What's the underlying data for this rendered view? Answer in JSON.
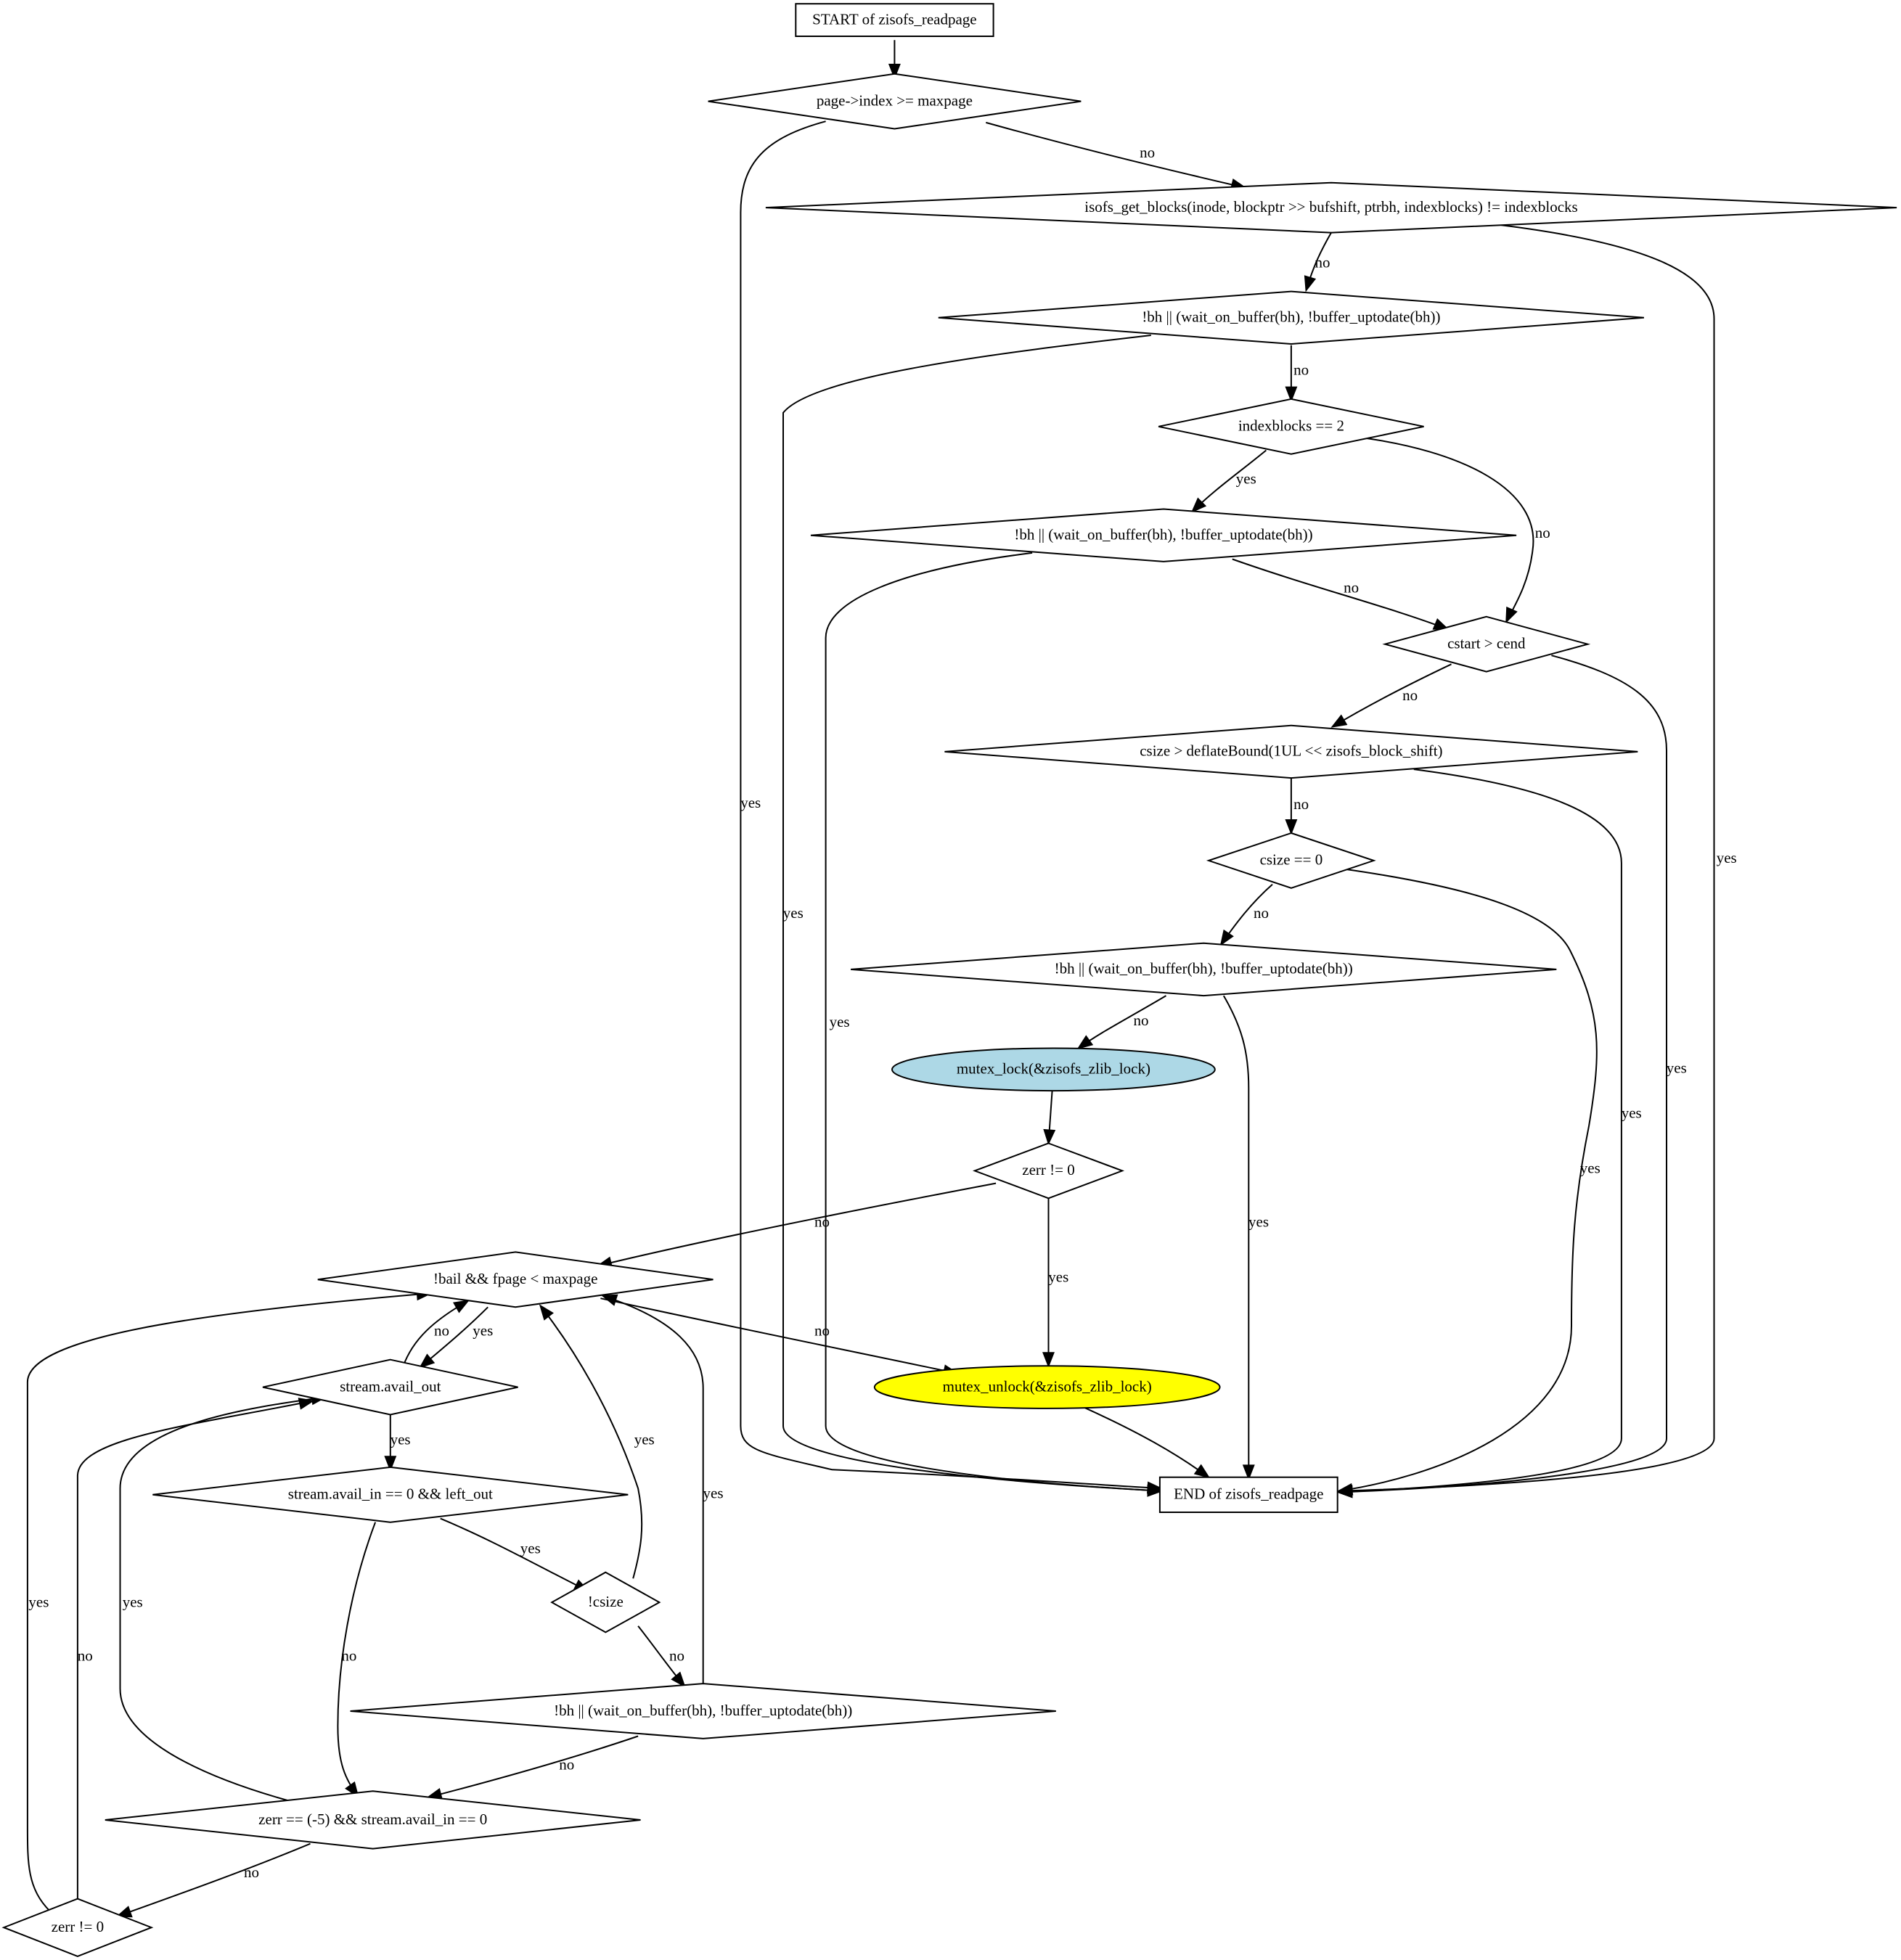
{
  "colors": {
    "background": "#ffffff",
    "stroke": "#000000",
    "lock_fill": "#add8e6",
    "unlock_fill": "#ffff00"
  },
  "nodes": {
    "start": {
      "label": "START of zisofs_readpage",
      "shape": "box"
    },
    "d_index": {
      "label": "page->index >= maxpage",
      "shape": "diamond"
    },
    "d_getblocks": {
      "label": "isofs_get_blocks(inode, blockptr >> bufshift, ptrbh, indexblocks) != indexblocks",
      "shape": "diamond"
    },
    "d_bh1": {
      "label": "!bh || (wait_on_buffer(bh), !buffer_uptodate(bh))",
      "shape": "diamond"
    },
    "d_indexblocks": {
      "label": "indexblocks == 2",
      "shape": "diamond"
    },
    "d_bh2": {
      "label": "!bh || (wait_on_buffer(bh), !buffer_uptodate(bh))",
      "shape": "diamond"
    },
    "d_cstart": {
      "label": "cstart > cend",
      "shape": "diamond"
    },
    "d_deflate": {
      "label": "csize > deflateBound(1UL << zisofs_block_shift)",
      "shape": "diamond"
    },
    "d_csize0": {
      "label": "csize == 0",
      "shape": "diamond"
    },
    "d_bh3": {
      "label": "!bh || (wait_on_buffer(bh), !buffer_uptodate(bh))",
      "shape": "diamond"
    },
    "lock": {
      "label": "mutex_lock(&zisofs_zlib_lock)",
      "shape": "ellipse"
    },
    "d_zerr1": {
      "label": "zerr != 0",
      "shape": "diamond"
    },
    "d_bail": {
      "label": "!bail && fpage < maxpage",
      "shape": "diamond"
    },
    "unlock": {
      "label": "mutex_unlock(&zisofs_zlib_lock)",
      "shape": "ellipse"
    },
    "end": {
      "label": "END of zisofs_readpage",
      "shape": "box"
    },
    "d_availout": {
      "label": "stream.avail_out",
      "shape": "diamond"
    },
    "d_availin": {
      "label": "stream.avail_in == 0 && left_out",
      "shape": "diamond"
    },
    "d_ncsize": {
      "label": "!csize",
      "shape": "diamond"
    },
    "d_bh4": {
      "label": "!bh || (wait_on_buffer(bh), !buffer_uptodate(bh))",
      "shape": "diamond"
    },
    "d_zerr5": {
      "label": "zerr == (-5) && stream.avail_in == 0",
      "shape": "diamond"
    },
    "d_zerr2": {
      "label": "zerr != 0",
      "shape": "diamond"
    }
  },
  "edges": {
    "e01": {
      "from": "start",
      "to": "d_index",
      "label": ""
    },
    "e02": {
      "from": "d_index",
      "to": "d_getblocks",
      "label": "no"
    },
    "e03": {
      "from": "d_index",
      "to": "end",
      "label": "yes"
    },
    "e04": {
      "from": "d_getblocks",
      "to": "d_bh1",
      "label": "no"
    },
    "e05": {
      "from": "d_getblocks",
      "to": "end",
      "label": "yes"
    },
    "e06": {
      "from": "d_bh1",
      "to": "d_indexblocks",
      "label": "no"
    },
    "e07": {
      "from": "d_bh1",
      "to": "end",
      "label": "yes"
    },
    "e08": {
      "from": "d_indexblocks",
      "to": "d_bh2",
      "label": "yes"
    },
    "e09": {
      "from": "d_indexblocks",
      "to": "d_cstart",
      "label": "no"
    },
    "e10": {
      "from": "d_bh2",
      "to": "d_cstart",
      "label": "no"
    },
    "e11": {
      "from": "d_bh2",
      "to": "end",
      "label": "yes"
    },
    "e12": {
      "from": "d_cstart",
      "to": "d_deflate",
      "label": "no"
    },
    "e13": {
      "from": "d_cstart",
      "to": "end",
      "label": "yes"
    },
    "e14": {
      "from": "d_deflate",
      "to": "d_csize0",
      "label": "no"
    },
    "e15": {
      "from": "d_deflate",
      "to": "end",
      "label": "yes"
    },
    "e16": {
      "from": "d_csize0",
      "to": "d_bh3",
      "label": "no"
    },
    "e17": {
      "from": "d_csize0",
      "to": "end",
      "label": "yes"
    },
    "e18": {
      "from": "d_bh3",
      "to": "lock",
      "label": "no"
    },
    "e19": {
      "from": "d_bh3",
      "to": "end",
      "label": "yes"
    },
    "e20": {
      "from": "lock",
      "to": "d_zerr1",
      "label": ""
    },
    "e21": {
      "from": "d_zerr1",
      "to": "d_bail",
      "label": "no"
    },
    "e22": {
      "from": "d_zerr1",
      "to": "unlock",
      "label": "yes"
    },
    "e23": {
      "from": "d_bail",
      "to": "unlock",
      "label": "no"
    },
    "e24": {
      "from": "unlock",
      "to": "end",
      "label": ""
    },
    "e25": {
      "from": "d_bail",
      "to": "d_availout",
      "label": "yes"
    },
    "e26": {
      "from": "d_availout",
      "to": "d_bail",
      "label": "no"
    },
    "e27": {
      "from": "d_availout",
      "to": "d_availin",
      "label": "yes"
    },
    "e28": {
      "from": "d_availin",
      "to": "d_ncsize",
      "label": "yes"
    },
    "e29": {
      "from": "d_availin",
      "to": "d_zerr5",
      "label": "no"
    },
    "e30": {
      "from": "d_ncsize",
      "to": "d_bail",
      "label": "yes"
    },
    "e31": {
      "from": "d_ncsize",
      "to": "d_bh4",
      "label": "no"
    },
    "e32": {
      "from": "d_bh4",
      "to": "d_bail",
      "label": "yes"
    },
    "e33": {
      "from": "d_bh4",
      "to": "d_zerr5",
      "label": "no"
    },
    "e34": {
      "from": "d_zerr5",
      "to": "d_availout",
      "label": "yes"
    },
    "e35": {
      "from": "d_zerr5",
      "to": "d_zerr2",
      "label": "no"
    },
    "e36": {
      "from": "d_zerr2",
      "to": "d_bail",
      "label": "yes"
    },
    "e37": {
      "from": "d_zerr2",
      "to": "d_availout",
      "label": "no"
    }
  }
}
